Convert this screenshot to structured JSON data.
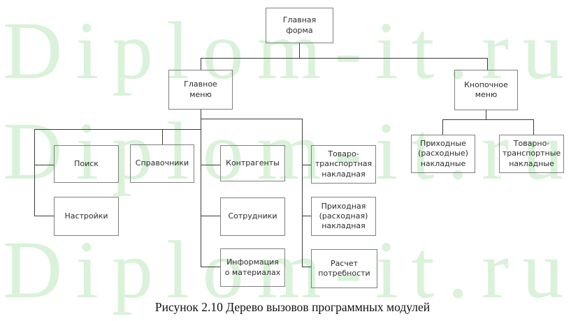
{
  "diagram": {
    "caption": "Рисунок 2.10 Дерево вызовов программных модулей",
    "watermark": {
      "text": "Diplom-it.ru",
      "color": "#d9f2d9"
    },
    "colors": {
      "box_border": "#7f7f7f",
      "connector": "#3a3a3a",
      "label_text": "#2b2b2b",
      "background": "#ffffff"
    },
    "nodes": {
      "main_form": {
        "label": "Главная форма"
      },
      "main_menu": {
        "label": "Главное меню"
      },
      "button_menu": {
        "label": "Кнопочное меню"
      },
      "search": {
        "label": "Поиск"
      },
      "directories": {
        "label": "Справочники"
      },
      "settings": {
        "label": "Настройки"
      },
      "contractors": {
        "label": "Контрагенты"
      },
      "employees": {
        "label": "Сотрудники"
      },
      "material_info": {
        "label": "Информация о материалах"
      },
      "goods_transport_invoice": {
        "label": "Товаро-транспортная накладная"
      },
      "income_expense_invoice": {
        "label": "Приходная (расходная) накладная"
      },
      "demand_calculation": {
        "label": "Расчет потребности"
      },
      "income_expense_invoices": {
        "label": "Приходные (расходные) накладные"
      },
      "goods_transport_invoices": {
        "label": "Товарно-транспортные накладные"
      }
    }
  }
}
